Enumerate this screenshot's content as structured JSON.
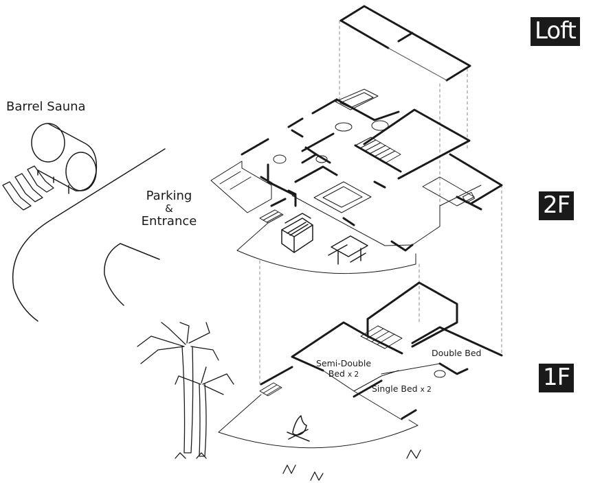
{
  "floors": {
    "loft": "Loft",
    "second": "2F",
    "first": "1F"
  },
  "site": {
    "sauna": "Barrel Sauna",
    "parking": {
      "line1": "Parking",
      "line2": "&",
      "line3": "Entrance"
    }
  },
  "rooms_1f": {
    "semi_double_line1": "Semi-Double",
    "semi_double_line2": "Bed",
    "semi_double_count": "x 2",
    "double_bed": "Double Bed",
    "single_bed": "Single Bed",
    "single_bed_count": "x 2"
  },
  "colors": {
    "ink": "#1a1a1a",
    "guide": "#8a8a8a",
    "paper": "#ffffff"
  }
}
